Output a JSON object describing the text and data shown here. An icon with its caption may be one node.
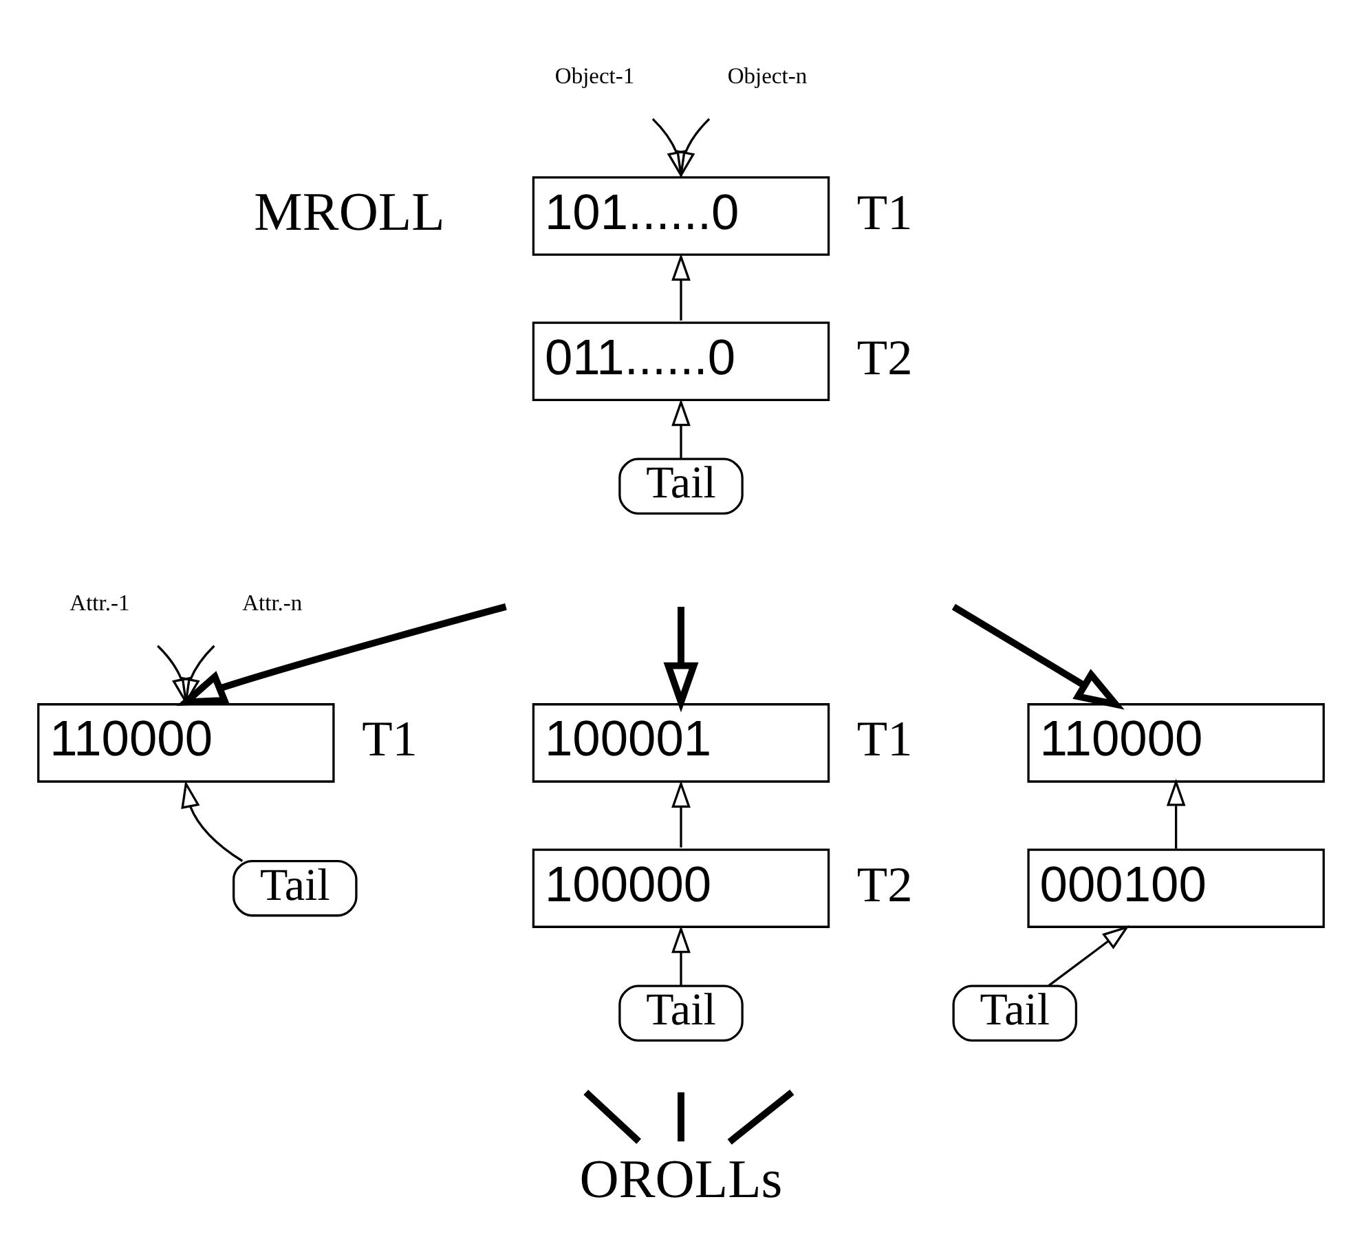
{
  "diagram": {
    "nodes": [
      {
        "text": [
          "Object-1"
        ]
      },
      {
        "text": [
          "Object-n"
        ]
      },
      {
        "text": [
          "101......0"
        ],
        "beside": [
          "T1"
        ]
      },
      {
        "text": [
          "011......0"
        ],
        "beside": [
          "T2"
        ]
      },
      {
        "text": [
          "Tail"
        ]
      },
      {
        "text": [
          "Attr.-1"
        ]
      },
      {
        "text": [
          "Attr.-n"
        ]
      },
      {
        "text": [
          "110000"
        ],
        "beside": [
          "T1"
        ]
      },
      {
        "text": [
          "Tail"
        ]
      },
      {
        "text": [
          "100001"
        ],
        "beside": [
          "T1"
        ]
      },
      {
        "text": [
          "100000"
        ],
        "beside": [
          "T2"
        ]
      },
      {
        "text": [
          "Tail"
        ]
      },
      {
        "text": [
          "110000"
        ]
      },
      {
        "text": [
          "000100"
        ]
      },
      {
        "text": [
          "Tail"
        ]
      },
      {
        "text": [
          "OROLLs"
        ]
      }
    ],
    "edges": [
      {
        "from": 0,
        "to": 2,
        "arrow": "to"
      },
      {
        "from": 1,
        "to": 2,
        "arrow": "to"
      },
      {
        "from": 3,
        "to": 2,
        "arrow": "to"
      },
      {
        "from": 4,
        "to": 3,
        "arrow": "to"
      },
      {
        "from": null,
        "to": 7,
        "arrow": "to",
        "style": "thick"
      },
      {
        "from": null,
        "to": 9,
        "arrow": "to",
        "style": "thick"
      },
      {
        "from": null,
        "to": 12,
        "arrow": "to",
        "style": "thick"
      },
      {
        "from": 5,
        "to": 7,
        "arrow": "to"
      },
      {
        "from": 6,
        "to": 7,
        "arrow": "to"
      },
      {
        "from": 8,
        "to": 7,
        "arrow": "to"
      },
      {
        "from": 10,
        "to": 9,
        "arrow": "to"
      },
      {
        "from": 11,
        "to": 10,
        "arrow": "to"
      },
      {
        "from": 13,
        "to": 12,
        "arrow": "to"
      },
      {
        "from": 14,
        "to": 13,
        "arrow": "to"
      },
      {
        "from": null,
        "to": 15,
        "arrow": "none",
        "style": "thick"
      },
      {
        "from": null,
        "to": 15,
        "arrow": "none",
        "style": "thick"
      },
      {
        "from": null,
        "to": 15,
        "arrow": "none",
        "style": "thick"
      }
    ],
    "labels": [
      "MROLL"
    ]
  }
}
